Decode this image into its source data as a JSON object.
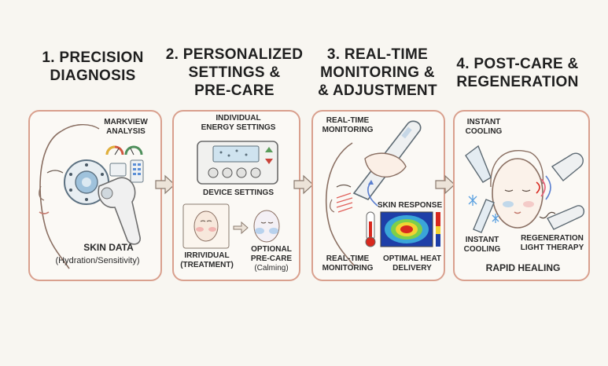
{
  "steps": [
    {
      "title_lines": [
        "1. PRECISION",
        "DIAGNOSIS"
      ],
      "labels": {
        "markview": [
          "MARKVIEW",
          "ANALYSIS"
        ],
        "skin_data": "SKIN DATA",
        "skin_data_sub": "(Hydration/Sensitivity)"
      }
    },
    {
      "title_lines": [
        "2. PERSONALIZED",
        "SETTINGS &",
        "PRE-CARE"
      ],
      "labels": {
        "energy": [
          "INDIVIDUAL",
          "ENERGY SETTINGS"
        ],
        "device": "DEVICE SETTINGS",
        "irrividual": [
          "IRRIVIDUAL",
          "(TREATMENT)"
        ],
        "optional": [
          "OPTIONAL",
          "PRE-CARE",
          "(Calming)"
        ]
      }
    },
    {
      "title_lines": [
        "3. REAL-TIME",
        "MONITORING &",
        "& ADJUSTMENT"
      ],
      "labels": {
        "rt_top": [
          "REAL-TIME",
          "MONITORING"
        ],
        "skin_response": "SKIN RESPONSE",
        "rt_bottom": [
          "REAL-TIME",
          "MONITORING"
        ],
        "heat": [
          "OPTIMAL HEAT",
          "DELIVERY"
        ]
      }
    },
    {
      "title_lines": [
        "4. POST-CARE &",
        "REGENERATION"
      ],
      "labels": {
        "cooling_top": [
          "INSTANT",
          "COOLING"
        ],
        "cooling_bottom": [
          "INSTANT",
          "COOLING"
        ],
        "regen": [
          "REGENERATION",
          "LIGHT THERAPY"
        ],
        "healing": "RAPID HEALING"
      }
    }
  ],
  "colors": {
    "panel_border": "#d9a08e",
    "arrow_fill": "#ece3d8",
    "heat_hot": "#d8281e",
    "heat_cold": "#1e3fa8"
  }
}
